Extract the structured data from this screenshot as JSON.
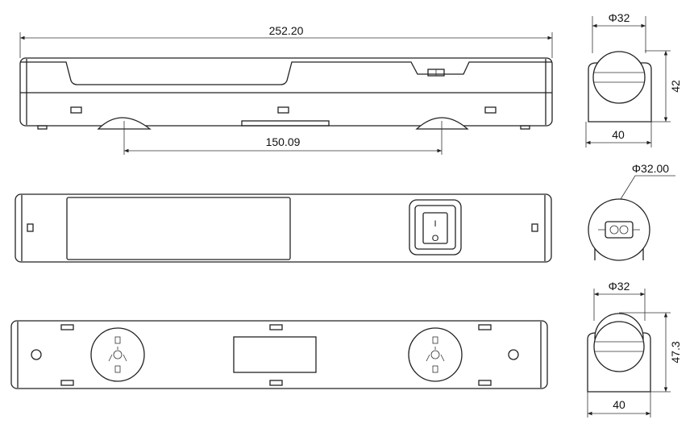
{
  "dimensions": {
    "total_length": "252.20",
    "mount_spacing": "150.09",
    "front_diameter": "Φ32",
    "front_width": "40",
    "front_height": "42",
    "switch_diameter": "Φ32.00",
    "socket_diameter": "Φ32",
    "socket_width": "40",
    "socket_height": "47.3"
  },
  "switch": {
    "on_mark": "I",
    "off_mark": "O"
  },
  "colors": {
    "line": "#222222",
    "background": "#ffffff"
  }
}
